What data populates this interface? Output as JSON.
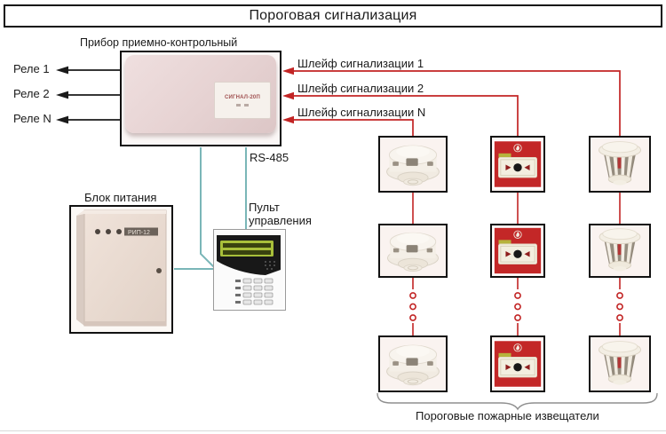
{
  "title": "Пороговая сигнализация",
  "colors": {
    "loop-red": "#c22424",
    "wire-teal": "#7ab6b8",
    "line-black": "#1a1a1a"
  },
  "panel": {
    "label": "Прибор приемно-контрольный",
    "device_label": "СИГНАЛ-20П"
  },
  "relays": [
    "Реле 1",
    "Реле 2",
    "Реле N"
  ],
  "loops": [
    "Шлейф сигнализации 1",
    "Шлейф сигнализации 2",
    "Шлейф сигнализации N"
  ],
  "bus_label": "RS-485",
  "power_supply": {
    "label": "Блок питания",
    "device_label": "РИП-12"
  },
  "keypad": {
    "label": "Пульт управления"
  },
  "detectors": {
    "caption": "Пороговые пожарные извещатели",
    "columns": [
      {
        "loop": "Шлейф сигнализации N",
        "type": "smoke-detector"
      },
      {
        "loop": "Шлейф сигнализации 2",
        "type": "manual-call-point"
      },
      {
        "loop": "Шлейф сигнализации 1",
        "type": "flame-detector"
      }
    ]
  }
}
